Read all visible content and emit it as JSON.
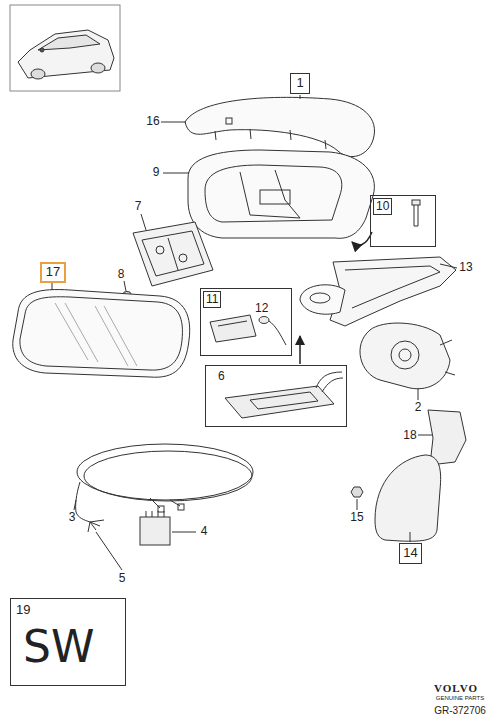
{
  "diagram": {
    "nodes": [
      {
        "text": [
          "1"
        ]
      },
      {
        "text": [
          "10"
        ]
      },
      {
        "text": [
          "17"
        ]
      },
      {
        "text": [
          "11",
          "12"
        ]
      },
      {
        "text": [
          "6"
        ]
      },
      {
        "text": [
          "14"
        ]
      },
      {
        "text": [
          "19",
          "SW"
        ]
      }
    ],
    "labels": [
      "16",
      "9",
      "7",
      "8",
      "13",
      "2",
      "18",
      "3",
      "4",
      "15",
      "5",
      "VOLVO",
      "GENUINE PARTS",
      "GR-372706"
    ]
  }
}
